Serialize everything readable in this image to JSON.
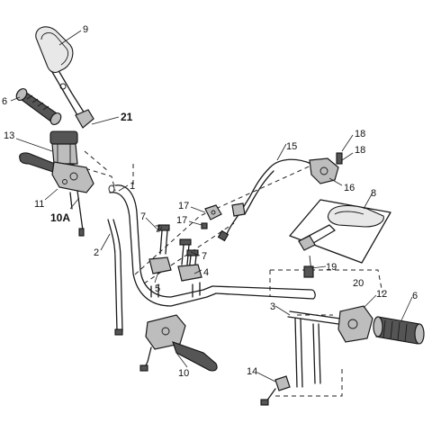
{
  "diagram": {
    "callouts": {
      "c9": "9",
      "c6a": "6",
      "c21": "21",
      "c13": "13",
      "c11": "11",
      "c10A": "10A",
      "c1": "1",
      "c2": "2",
      "c15": "15",
      "c18a": "18",
      "c18b": "18",
      "c16": "16",
      "c8": "8",
      "c17a": "17",
      "c17b": "17",
      "c7a": "7",
      "c7b": "7",
      "c7c": "7",
      "c5": "5",
      "c4": "4",
      "c19": "19",
      "c20": "20",
      "c3": "3",
      "c12": "12",
      "c6b": "6",
      "c10": "10",
      "c14": "14"
    }
  }
}
